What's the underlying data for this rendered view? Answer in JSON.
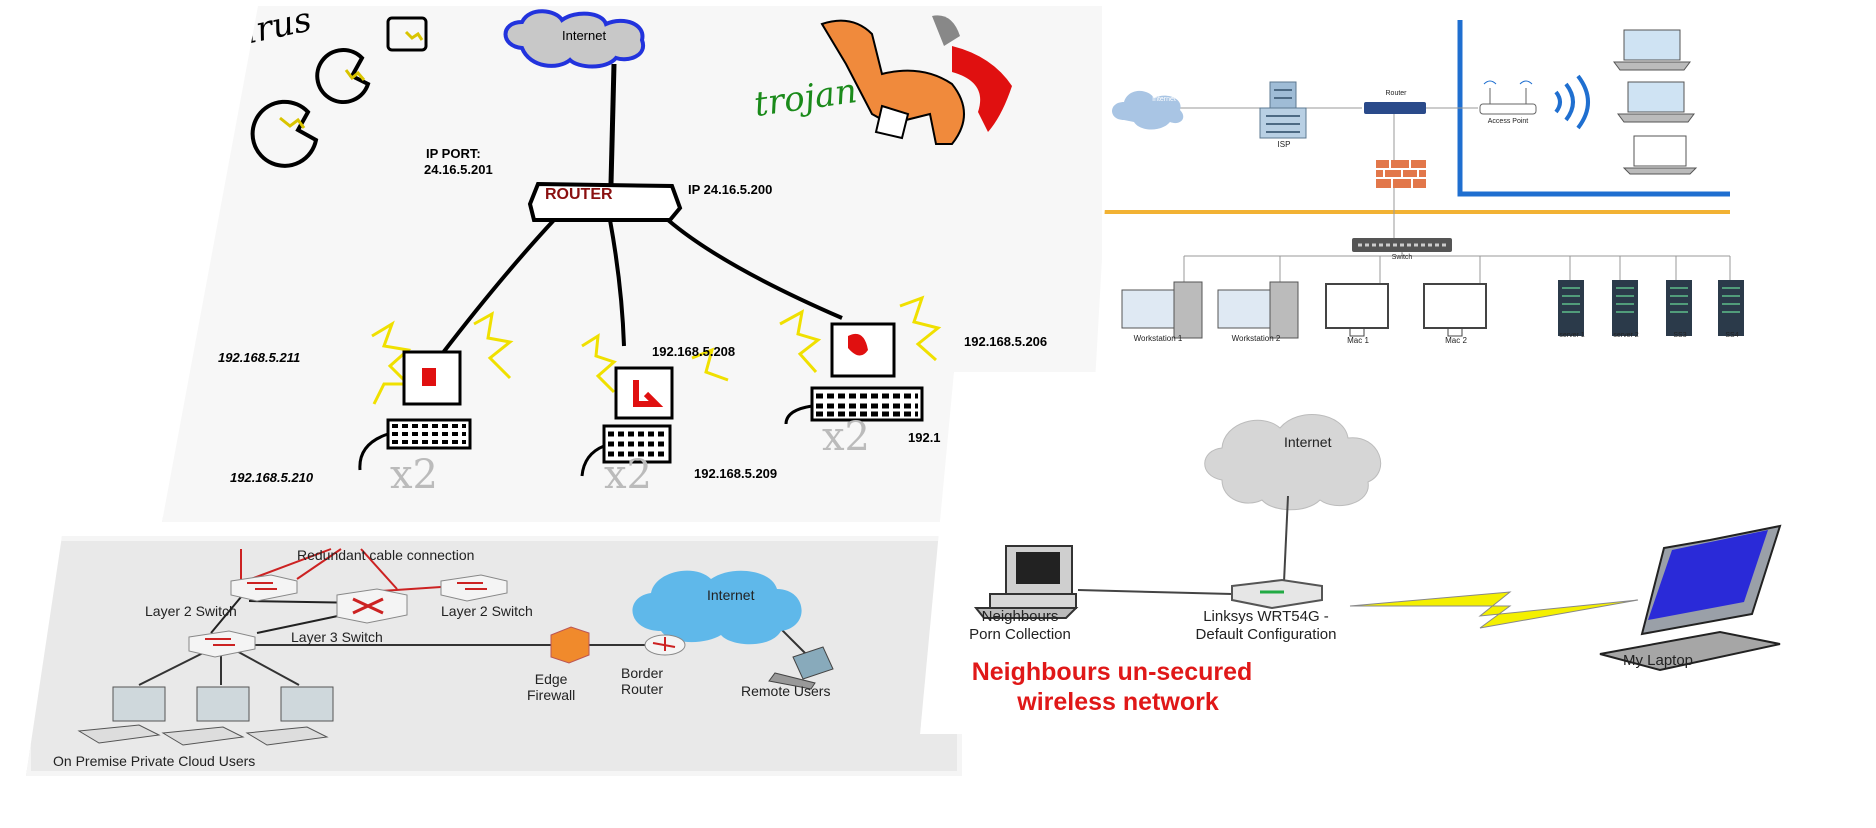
{
  "hand_drawn": {
    "virus_label": "virus",
    "trojan_label": "trojan",
    "internet_label": "Internet",
    "router_label": "ROUTER",
    "ip_port_label": "IP PORT:",
    "ip_port_value": "24.16.5.201",
    "router_ip": "IP 24.16.5.200",
    "host_ips": [
      "192.168.5.211",
      "192.168.5.210",
      "192.168.5.208",
      "192.168.5.209",
      "192.168.5.206",
      "192.1"
    ],
    "multiplier": "x2"
  },
  "office_network": {
    "internet_label": "Internet",
    "isp_label": "ISP",
    "router_label": "Router",
    "access_point_label": "Access Point",
    "switch_label": "Switch",
    "devices": [
      "Workstation 1",
      "Workstation 2",
      "Mac 1",
      "Mac 2",
      "server 1",
      "server 2",
      "SS3",
      "SS4"
    ],
    "colors": {
      "wifi_zone": "#1f6fd0",
      "lan_line": "#f2b233",
      "firewall": "#e2774a"
    }
  },
  "private_cloud": {
    "redundant_label": "Redundant cable connection",
    "layer2_left": "Layer 2 Switch",
    "layer2_right": "Layer 2 Switch",
    "layer3": "Layer 3 Switch",
    "internet_label": "Internet",
    "edge_firewall": "Edge\nFirewall",
    "border_router": "Border\nRouter",
    "remote_users": "Remote Users",
    "cloud_users": "On Premise Private Cloud Users"
  },
  "neighbour_network": {
    "internet_label": "Internet",
    "neighbour_pc_line1": "Neighbours",
    "neighbour_pc_line2": "Porn Collection",
    "linksys_line1": "Linksys WRT54G -",
    "linksys_line2": "Default Configuration",
    "laptop_label": "My Laptop",
    "title_line1": "Neighbours un-secured",
    "title_line2": "wireless network",
    "colors": {
      "title": "#e01818",
      "bolt": "#f4f000"
    }
  }
}
